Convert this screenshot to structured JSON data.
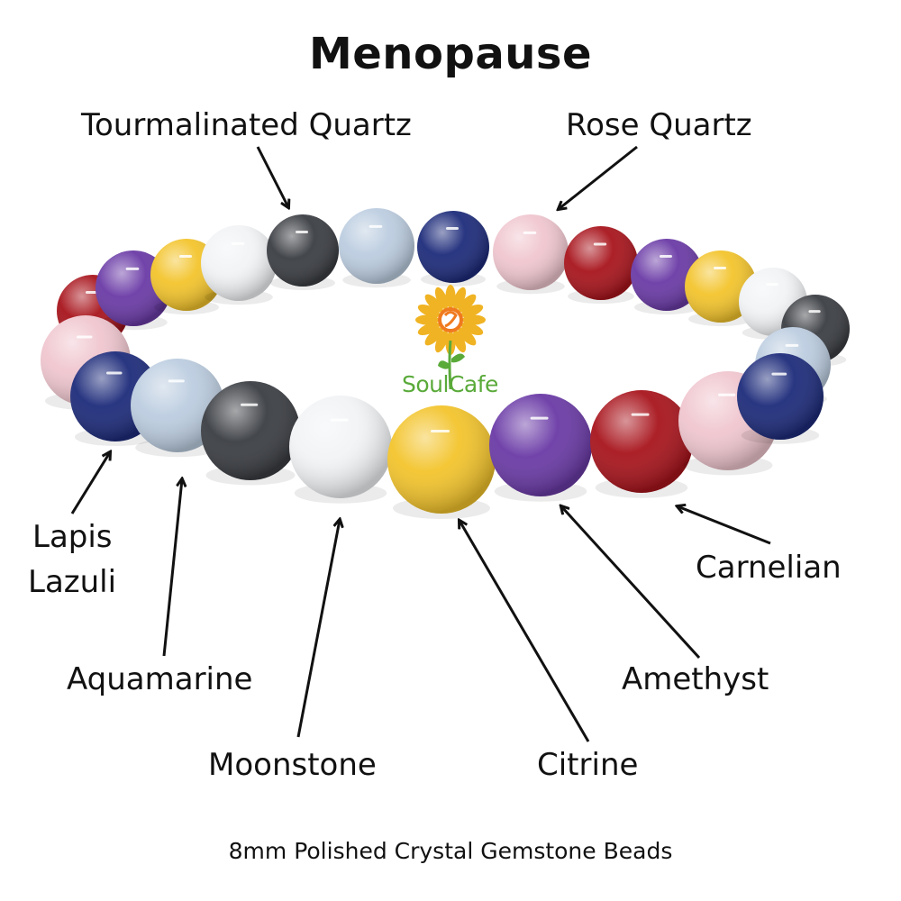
{
  "title": "Menopause",
  "footer": "8mm  Polished Crystal Gemstone Beads",
  "logo": {
    "text": "SoulCafe",
    "petal_color": "#f0b323",
    "ring_color": "#f07a1e",
    "text_color": "#5aaa3a"
  },
  "labels": {
    "tourmalinated_quartz": "Tourmalinated Quartz",
    "rose_quartz": "Rose Quartz",
    "lapis_lazuli_line1": "Lapis",
    "lapis_lazuli_line2": "Lazuli",
    "aquamarine": "Aquamarine",
    "moonstone": "Moonstone",
    "citrine": "Citrine",
    "amethyst": "Amethyst",
    "carnelian": "Carnelian"
  },
  "bead_colors": {
    "tourmalinated_quartz": "#3a3d42",
    "rose_quartz": "#f0c6cf",
    "lapis_lazuli": "#1d2b7a",
    "aquamarine": "#bccde0",
    "moonstone": "#f1f3f5",
    "citrine": "#f3c42c",
    "amethyst": "#6a3aa6",
    "carnelian": "#a8141c"
  }
}
